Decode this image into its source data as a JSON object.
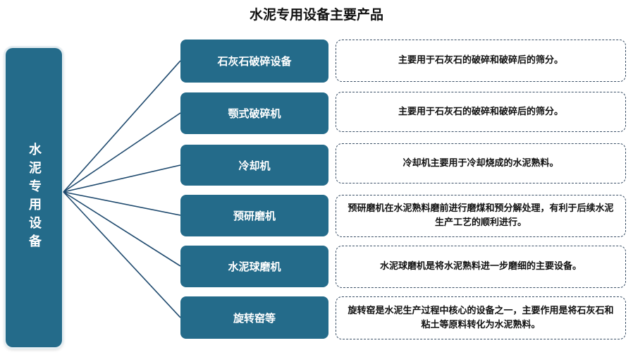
{
  "title": "水泥专用设备主要产品",
  "root": "水泥专用设备",
  "items": [
    {
      "name": "石灰石破碎设备",
      "desc": "主要用于石灰石的破碎和破碎后的筛分。"
    },
    {
      "name": "颚式破碎机",
      "desc": "主要用于石灰石的破碎和破碎后的筛分。"
    },
    {
      "name": "冷却机",
      "desc": "冷却机主要用于冷却烧成的水泥熟料。"
    },
    {
      "name": "预研磨机",
      "desc": "预研磨机在水泥熟料磨前进行磨煤和预分解处理，有利于后续水泥生产工艺的顺利进行。"
    },
    {
      "name": "水泥球磨机",
      "desc": "水泥球磨机是将水泥熟料进一步磨细的主要设备。"
    },
    {
      "name": "旋转窑等",
      "desc": "旋转窑是水泥生产过程中核心的设备之一，主要作用是将石灰石和粘土等原料转化为水泥熟料。"
    }
  ]
}
